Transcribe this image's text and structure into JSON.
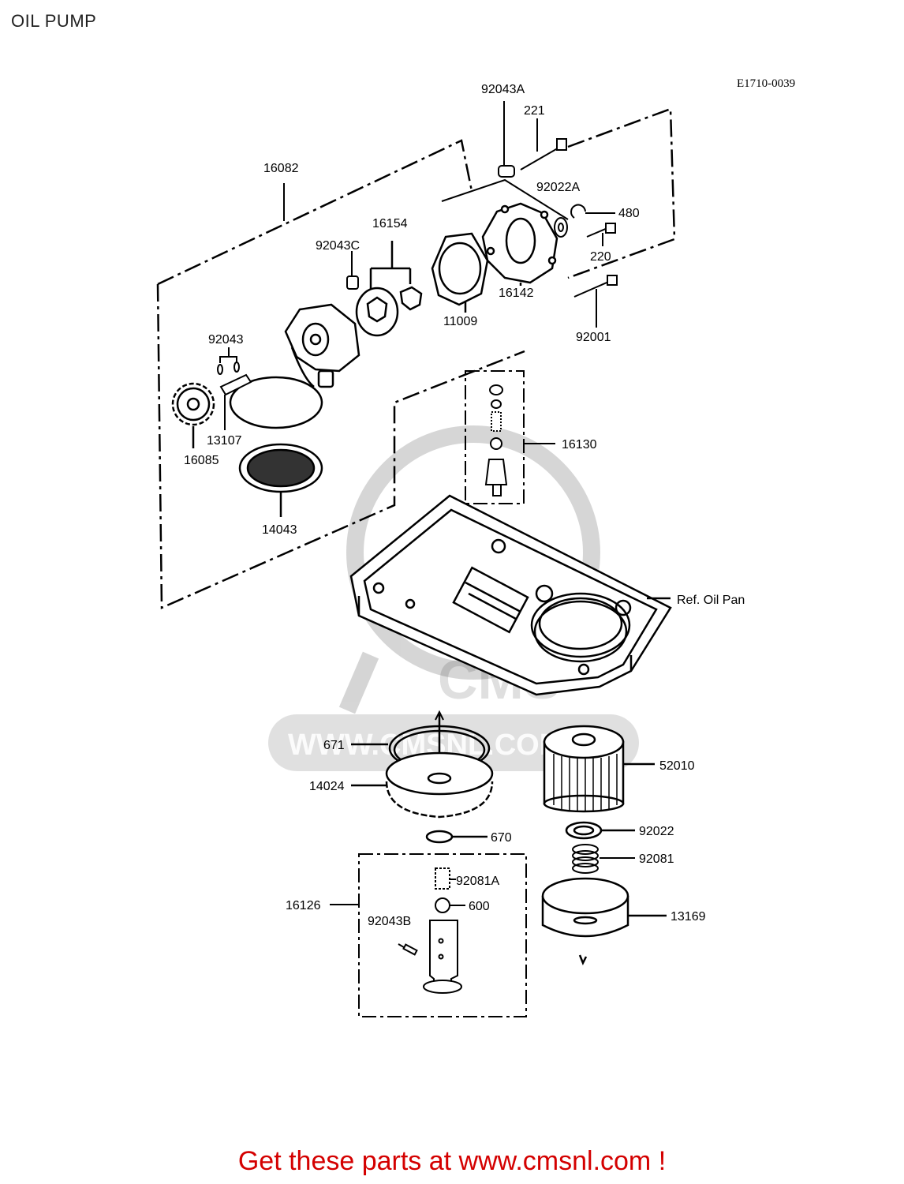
{
  "page": {
    "title": "OIL PUMP",
    "diagram_code": "E1710-0039"
  },
  "watermark": {
    "text": "WWW.CMSNL.COM",
    "logo_text": "CMS"
  },
  "promo": {
    "text": "Get these parts at www.cmsnl.com !",
    "color": "#d40000"
  },
  "callouts": {
    "p92043A": "92043A",
    "p221": "221",
    "p16082": "16082",
    "p92022A": "92022A",
    "p480": "480",
    "p16154": "16154",
    "p92043C": "92043C",
    "p220": "220",
    "p16142": "16142",
    "p11009": "11009",
    "p92001": "92001",
    "p92043": "92043",
    "p13107": "13107",
    "p16085": "16085",
    "p16130": "16130",
    "p14043": "14043",
    "ref_oil_pan": "Ref. Oil Pan",
    "p671": "671",
    "p52010": "52010",
    "p14024": "14024",
    "p670": "670",
    "p92022": "92022",
    "p92081": "92081",
    "p92081A": "92081A",
    "p16126": "16126",
    "p600": "600",
    "p92043B": "92043B",
    "p13169": "13169"
  }
}
